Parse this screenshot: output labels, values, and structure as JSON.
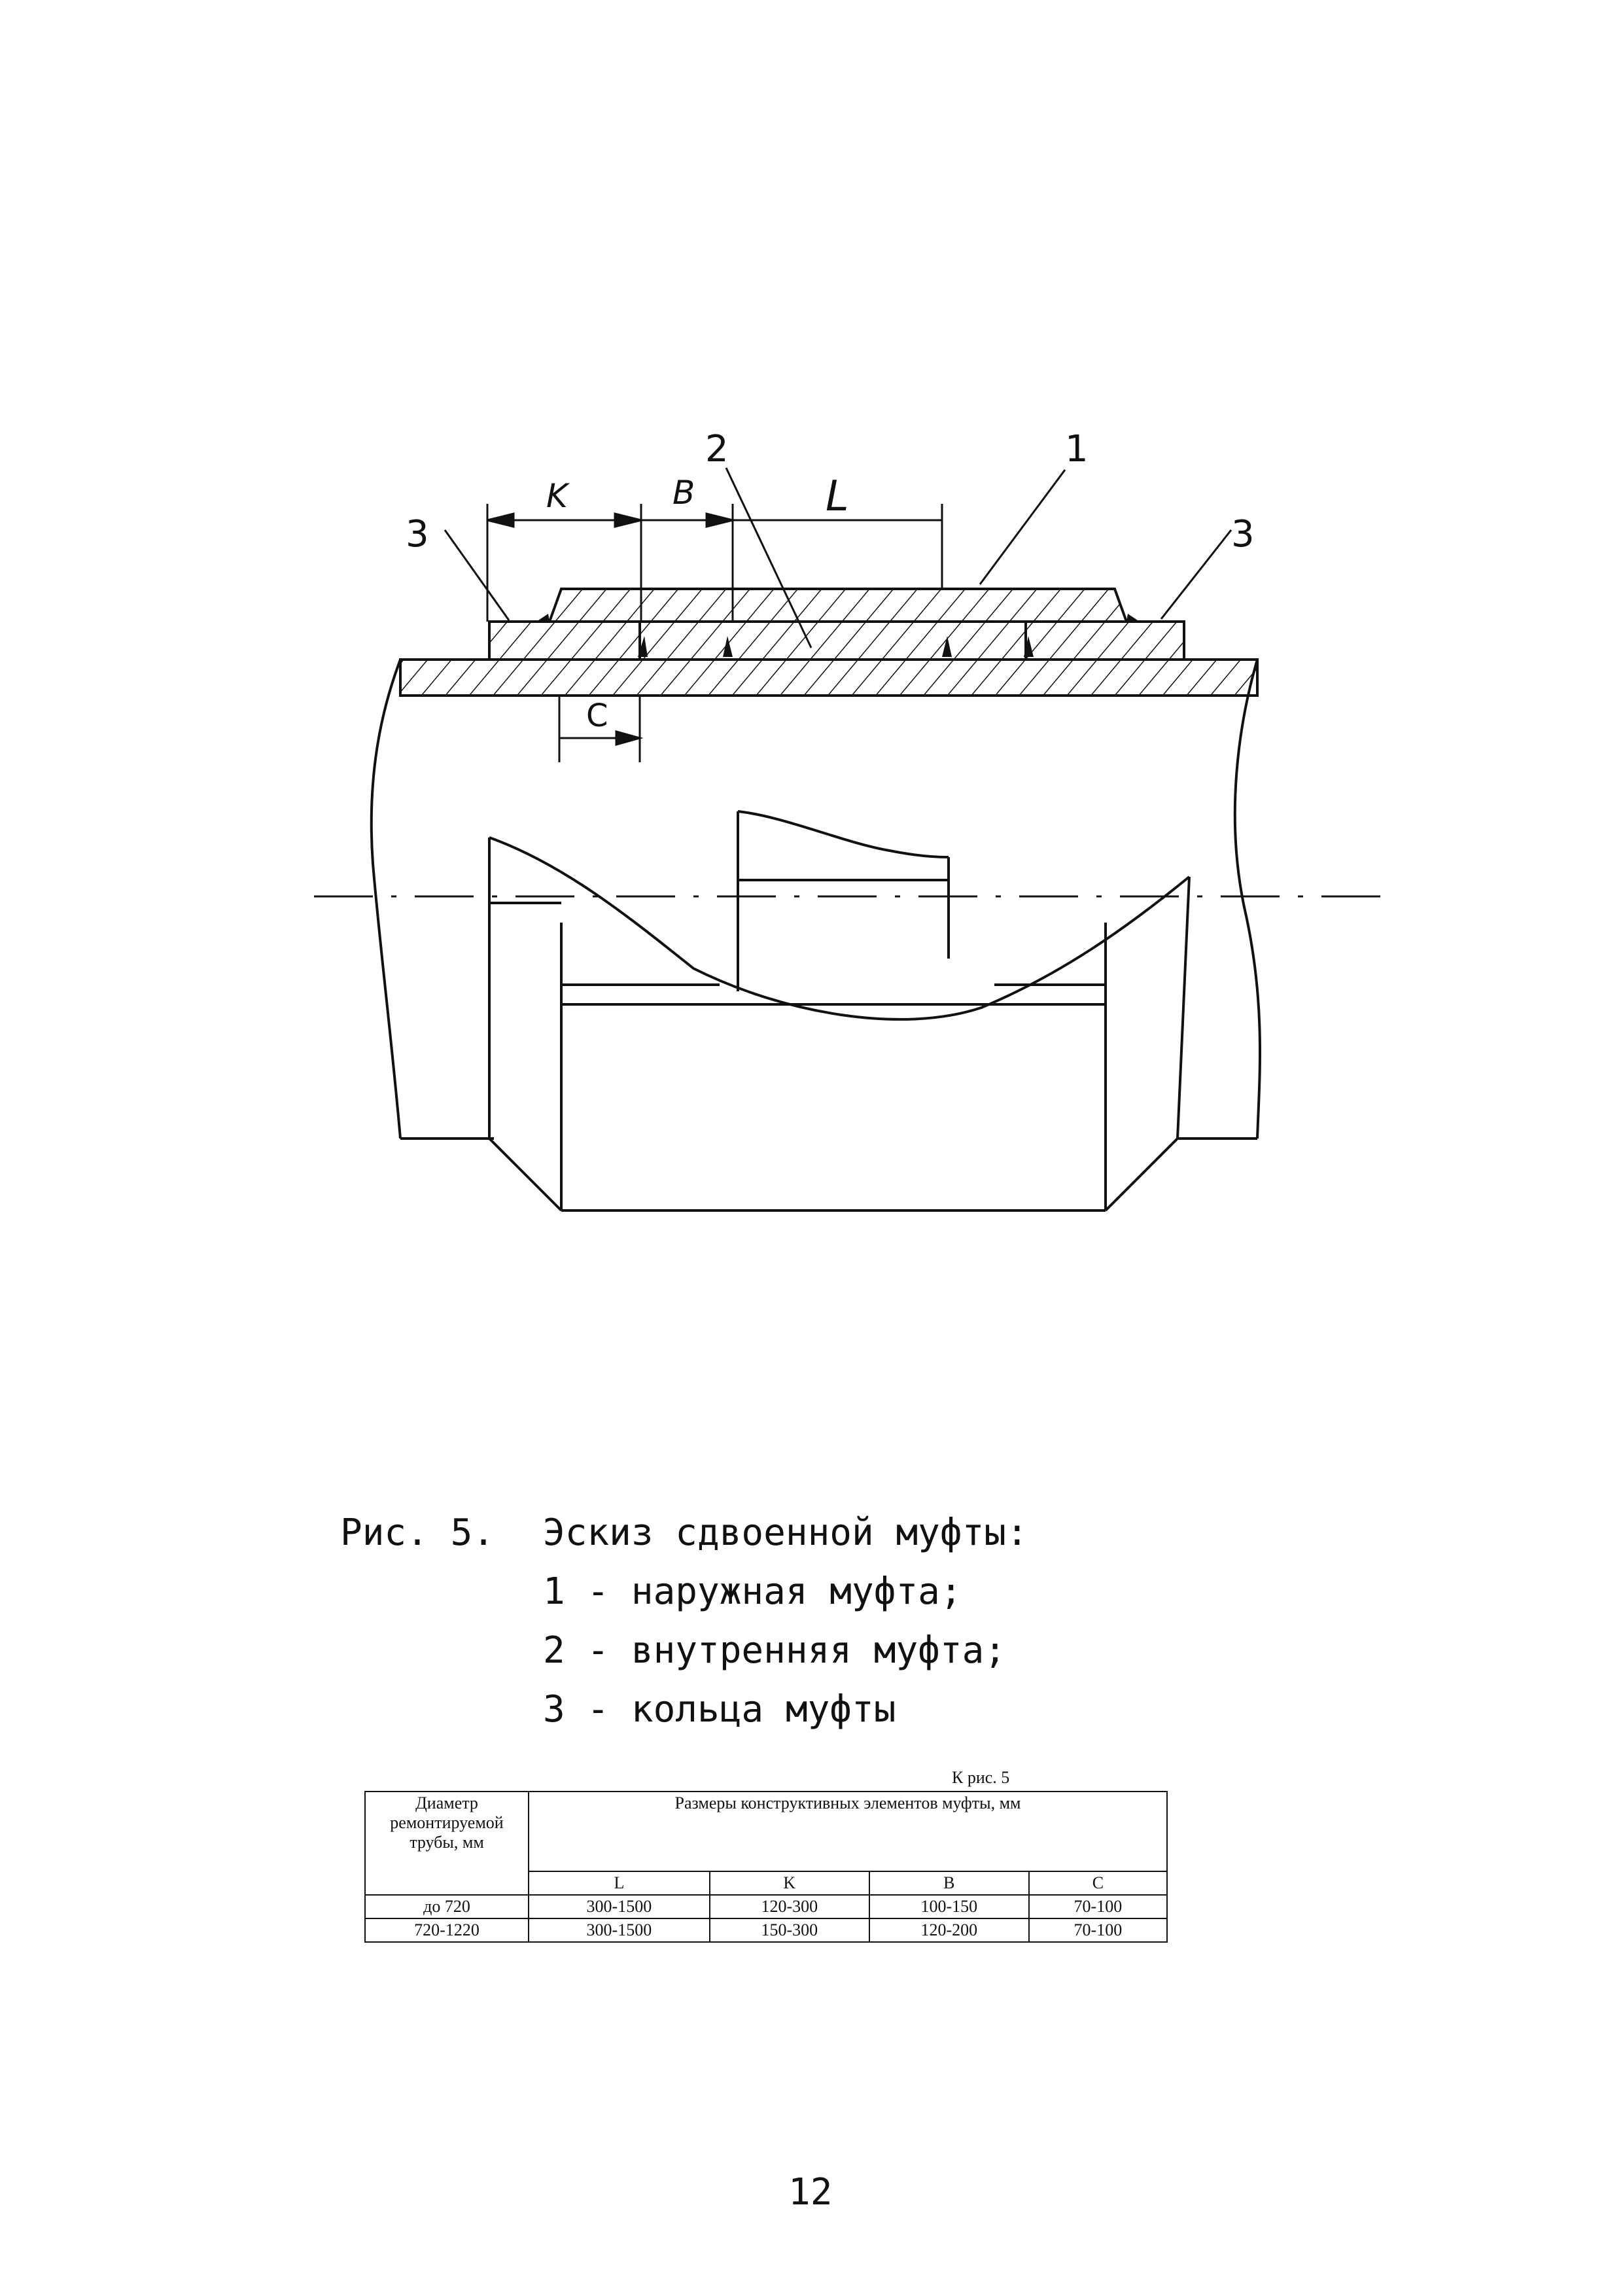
{
  "figure": {
    "callouts": {
      "k": "K",
      "b": "B",
      "l": "L",
      "c": "C",
      "one": "1",
      "two": "2",
      "three_left": "3",
      "three_right": "3"
    }
  },
  "caption": {
    "prefix": "Рис. 5.",
    "title": "Эскиз сдвоенной муфты:",
    "items": [
      "1 - наружная муфта;",
      "2 - внутренняя муфта;",
      "3 - кольца муфты"
    ]
  },
  "table": {
    "ref": "К рис. 5",
    "header_col1": "Диаметр ремонтируемой трубы, мм",
    "header_group": "Размеры конструктивных элементов муфты, мм",
    "columns": [
      "L",
      "K",
      "B",
      "C"
    ],
    "rows": [
      {
        "diameter": "до 720",
        "values": [
          "300-1500",
          "120-300",
          "100-150",
          "70-100"
        ]
      },
      {
        "diameter": "720-1220",
        "values": [
          "300-1500",
          "150-300",
          "120-200",
          "70-100"
        ]
      }
    ]
  },
  "page_number": "12"
}
